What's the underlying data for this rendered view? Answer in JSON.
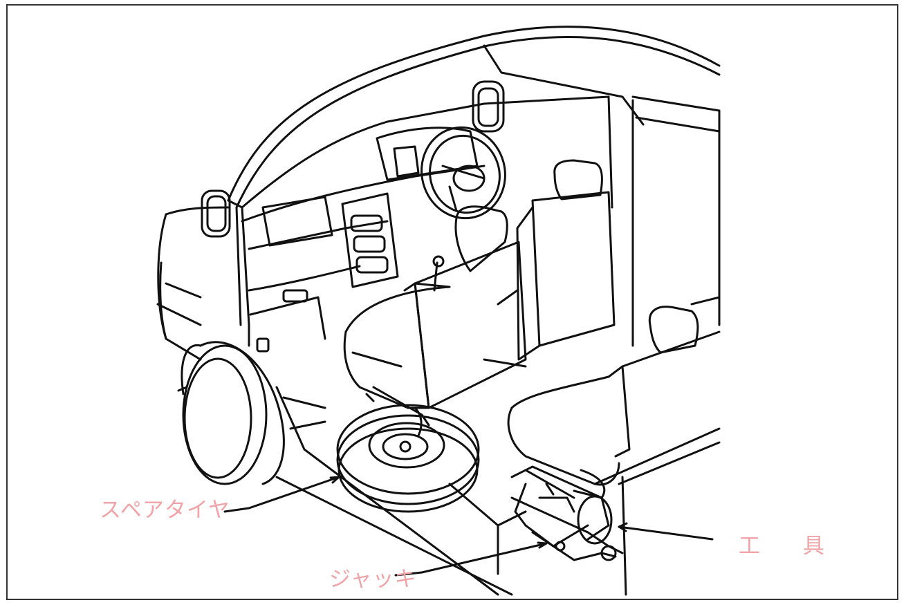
{
  "diagram": {
    "labels": {
      "spare_tire": "スペアタイヤ",
      "jack": "ジャッキ",
      "tools": "工 具"
    },
    "colors": {
      "label": "#f0a4a8",
      "line": "#111111",
      "frame": "#333333",
      "background": "#ffffff"
    }
  }
}
